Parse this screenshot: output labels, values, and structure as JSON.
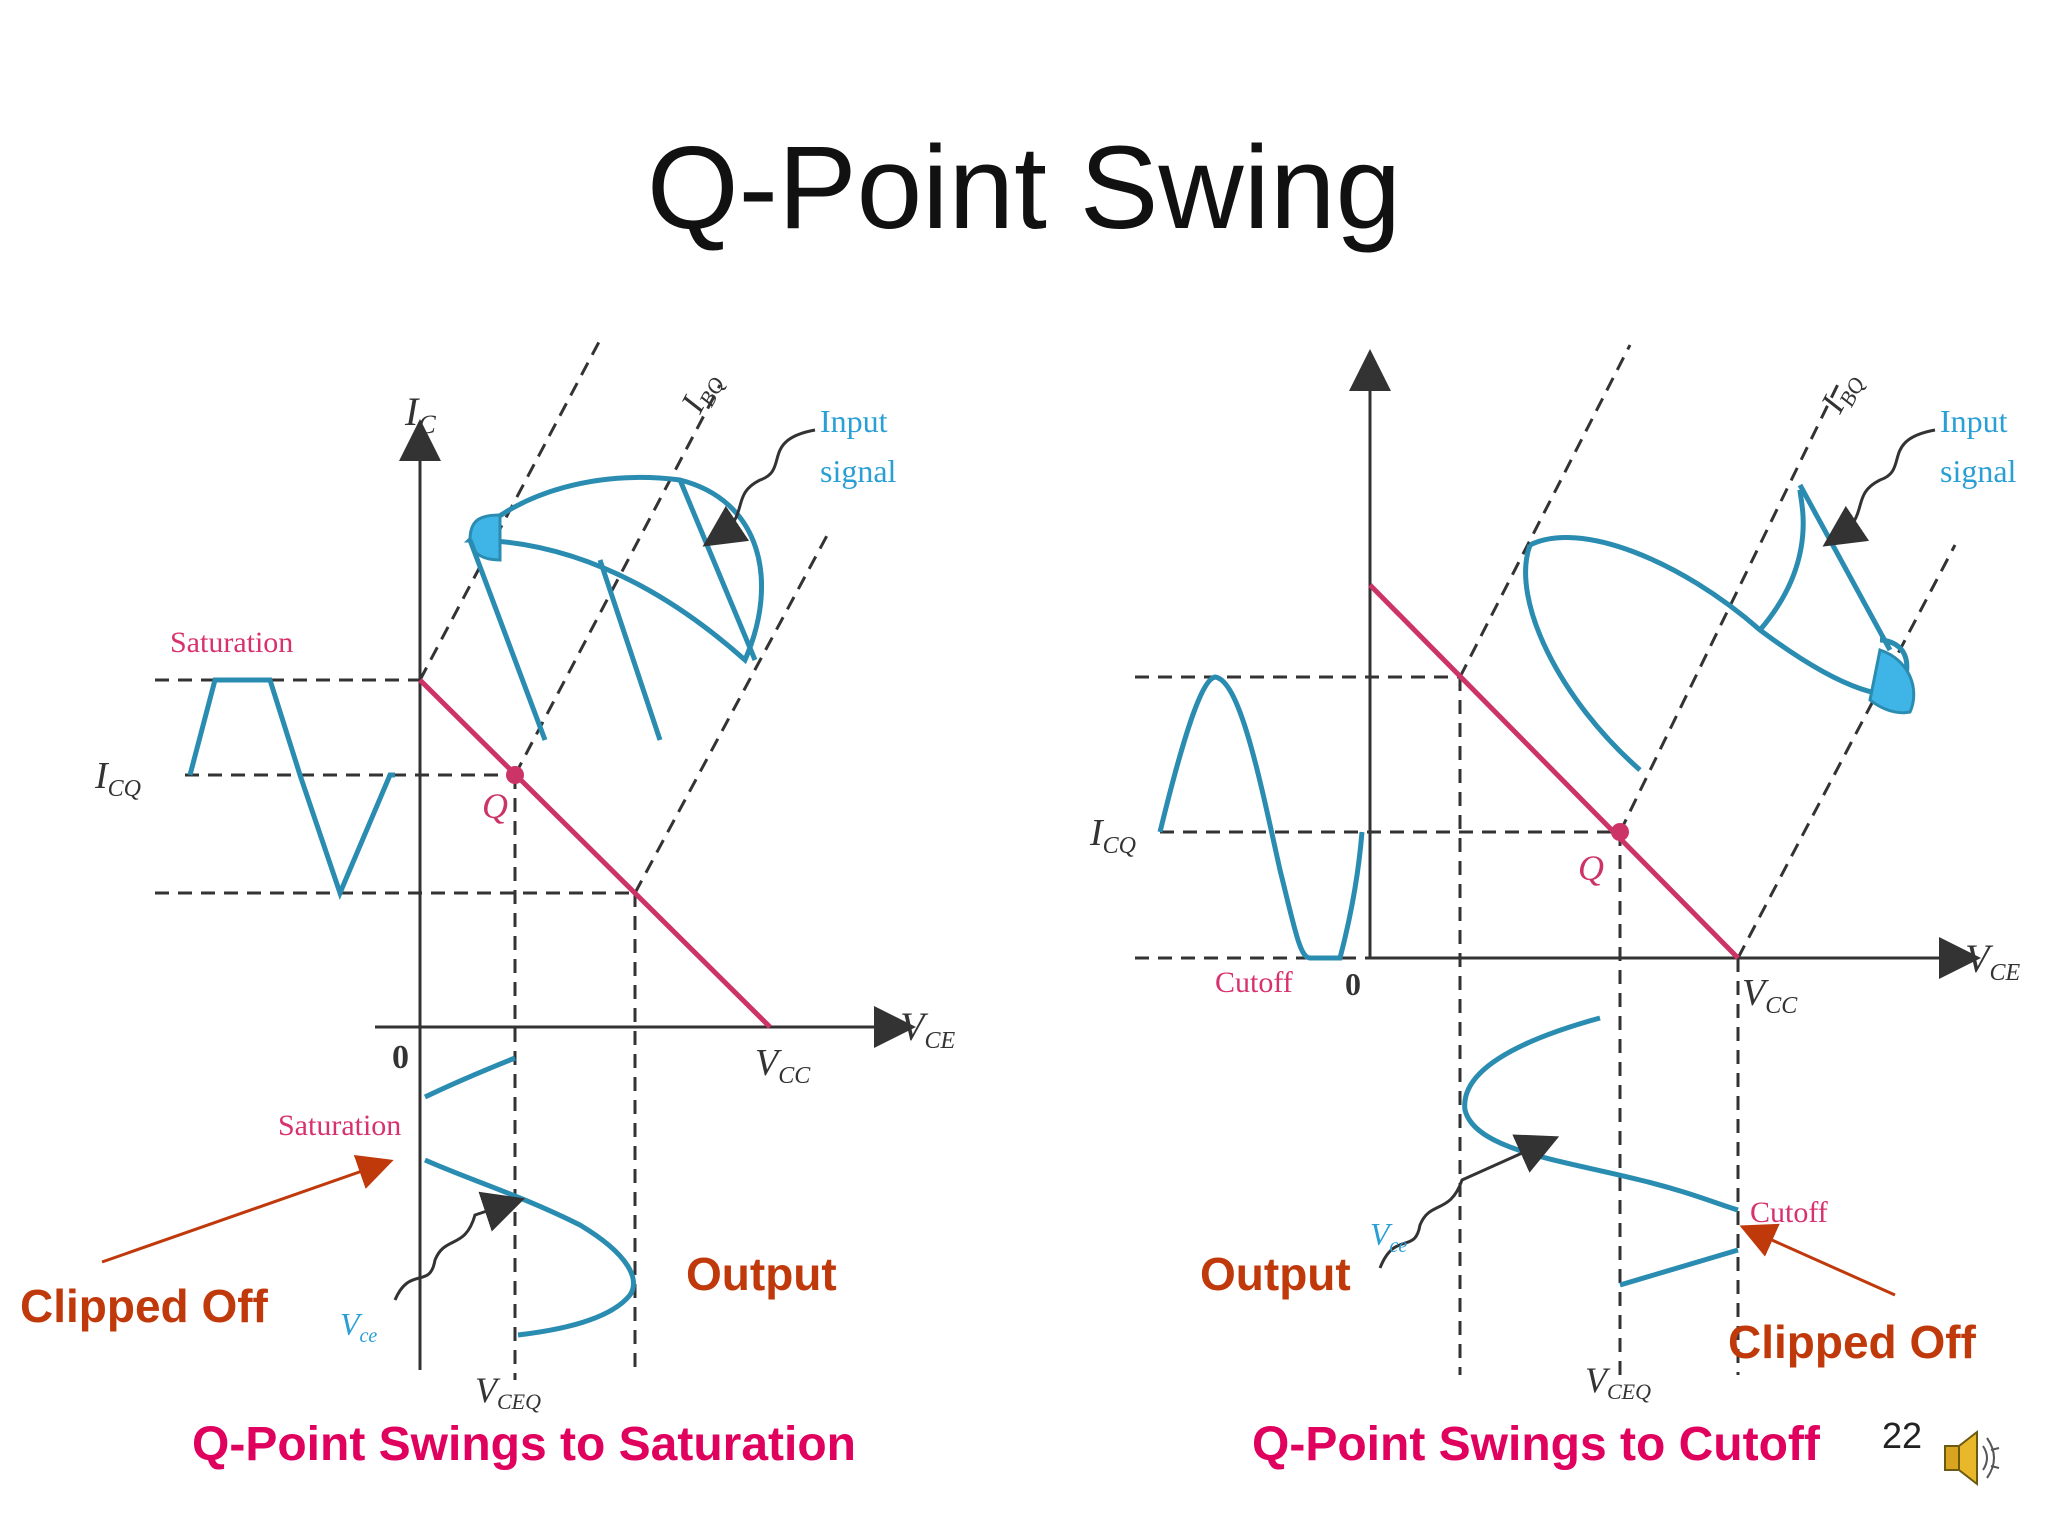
{
  "slide": {
    "title": "Q-Point Swing",
    "page_number": "22"
  },
  "left_diagram": {
    "y_axis_label": "I",
    "y_axis_sub": "C",
    "x_axis_label": "V",
    "x_axis_sub": "CE",
    "origin": "0",
    "vcc_label": "V",
    "vcc_sub": "CC",
    "icq_label": "I",
    "icq_sub": "CQ",
    "q_label": "Q",
    "ibq_label": "I",
    "ibq_sub": "BQ",
    "input_label_1": "Input",
    "input_label_2": "signal",
    "saturation_top": "Saturation",
    "saturation_bottom": "Saturation",
    "vceq_label": "V",
    "vceq_sub": "CEQ",
    "vce_wave_label": "V",
    "vce_wave_sub": "ce",
    "clipped_label": "Clipped Off",
    "output_label": "Output",
    "caption": "Q-Point Swings to Saturation"
  },
  "right_diagram": {
    "x_axis_label": "V",
    "x_axis_sub": "CE",
    "origin": "0",
    "vcc_label": "V",
    "vcc_sub": "CC",
    "icq_label": "I",
    "icq_sub": "CQ",
    "q_label": "Q",
    "ibq_label": "I",
    "ibq_sub": "BQ",
    "input_label_1": "Input",
    "input_label_2": "signal",
    "cutoff_left": "Cutoff",
    "cutoff_bottom": "Cutoff",
    "vceq_label": "V",
    "vceq_sub": "CEQ",
    "vce_wave_label": "V",
    "vce_wave_sub": "ce",
    "clipped_label": "Clipped Off",
    "output_label": "Output",
    "caption": "Q-Point Swings to Cutoff"
  },
  "colors": {
    "load_line": "#cc3366",
    "signal": "#2a8cb0",
    "signal_fill": "#3fb4e6",
    "label_blue": "#2a9fd6",
    "saturation_pink": "#d8326e",
    "annotation": "#c0390b",
    "caption": "#e0005e",
    "axis": "#333333"
  },
  "icons": {
    "speaker": "speaker-icon"
  }
}
